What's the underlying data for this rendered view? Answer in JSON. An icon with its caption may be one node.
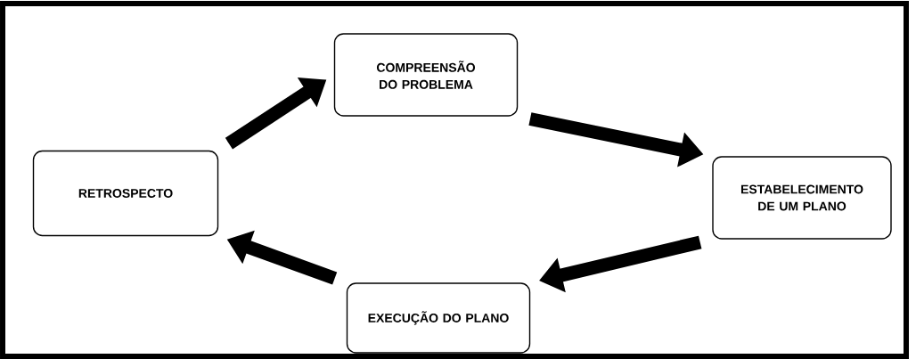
{
  "diagram": {
    "nodes": [
      {
        "text": [
          "COMPREENSÃO DO PROBLEMA"
        ]
      },
      {
        "text": [
          "ESTABELECIMENTO DE UM PLANO"
        ]
      },
      {
        "text": [
          "EXECUÇÃO DO PLANO"
        ]
      },
      {
        "text": [
          "RETROSPECTO"
        ]
      }
    ],
    "edges": [
      {
        "from": 0,
        "to": 1,
        "arrow": "to"
      },
      {
        "from": 1,
        "to": 2,
        "arrow": "to"
      },
      {
        "from": 2,
        "to": 3,
        "arrow": "to"
      },
      {
        "from": 3,
        "to": 0,
        "arrow": "to"
      }
    ]
  }
}
